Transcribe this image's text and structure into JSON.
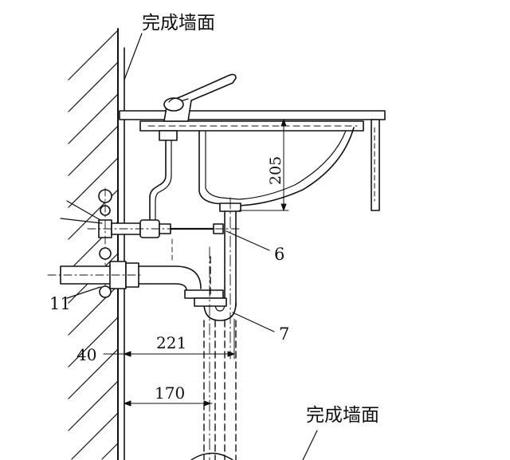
{
  "labels": {
    "wall_top": "完成墙面",
    "wall_bottom": "完成墙面",
    "dim_basin_depth": "205",
    "dim_trap_offset": "221",
    "dim_drain_offset": "170",
    "dim_wall_offset": "40",
    "callout_6": "6",
    "callout_7": "7",
    "callout_11": "11"
  },
  "colors": {
    "line": "#111111",
    "background": "#ffffff"
  }
}
